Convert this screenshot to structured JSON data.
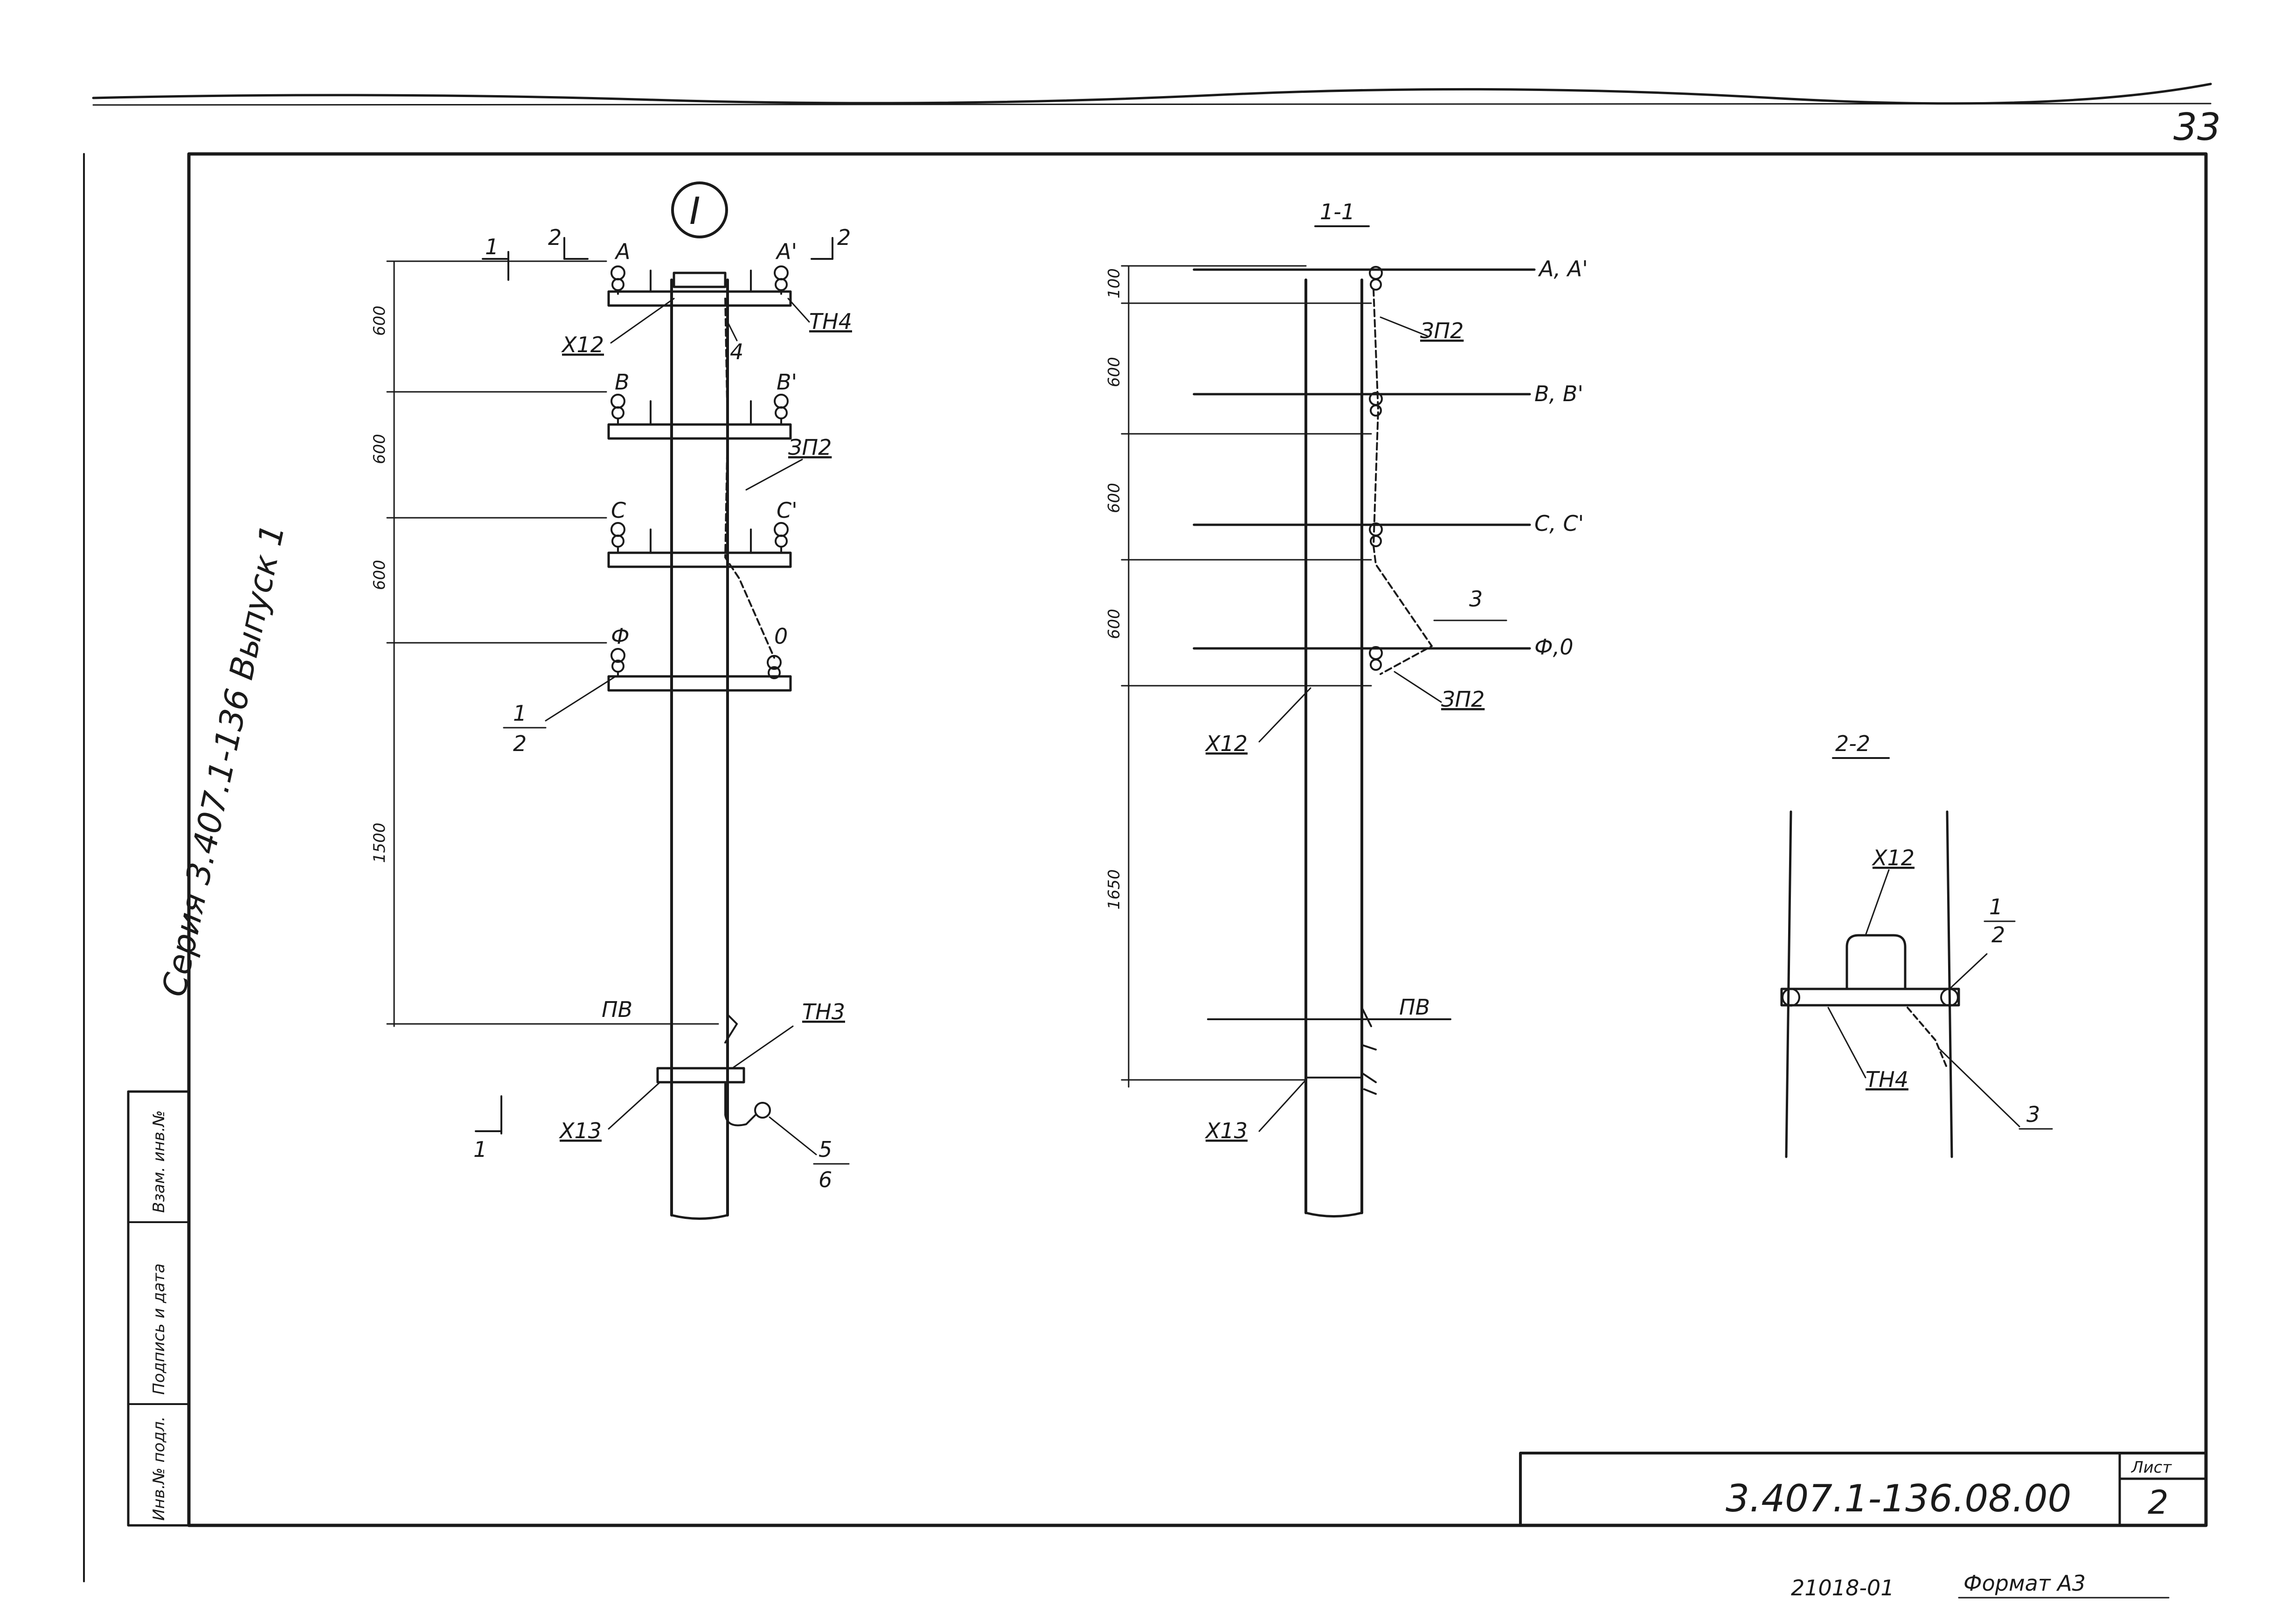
{
  "sheet": {
    "page_number": "33",
    "series": "Серия 3.407.1-136 Выпуск 1",
    "side_stamp": [
      "Инв.№ подл.",
      "Подпись и дата",
      "Взам. инв.№"
    ],
    "doc_code": "3.407.1-136.08.00",
    "list_label": "Лист",
    "list_number": "2",
    "bottom_code": "21018-01",
    "format_label": "Формат А3"
  },
  "view1": {
    "marker": "I",
    "section_1": "1",
    "section_2": "2",
    "phase_A": "А",
    "phase_A1": "А'",
    "phase_B": "В",
    "phase_B1": "В'",
    "phase_C": "С",
    "phase_C1": "С'",
    "phase_F": "Ф",
    "phase_0": "0",
    "dims": [
      "600",
      "600",
      "600",
      "1500"
    ],
    "x12": "Х12",
    "tn4": "ТН4",
    "num4": "4",
    "zp2": "ЗП2",
    "frac_1_2": [
      "1",
      "2"
    ],
    "pv": "ПВ",
    "tn3": "ТН3",
    "x13": "Х13",
    "frac_5_6": [
      "5",
      "6"
    ]
  },
  "view2": {
    "title": "1-1",
    "wire_AA1": "А, А'",
    "wire_BB1": "В, В'",
    "wire_CC1": "С, С'",
    "wire_F0": "Ф,0",
    "dims": [
      "100",
      "600",
      "600",
      "600",
      "1650"
    ],
    "zp2_top": "ЗП2",
    "num3": "3",
    "zp2_low": "ЗП2",
    "x12": "Х12",
    "pv": "ПВ",
    "x13": "Х13"
  },
  "view3": {
    "title": "2-2",
    "x12": "Х12",
    "frac_1_2": [
      "1",
      "2"
    ],
    "tn4": "ТН4",
    "num3": "3"
  }
}
